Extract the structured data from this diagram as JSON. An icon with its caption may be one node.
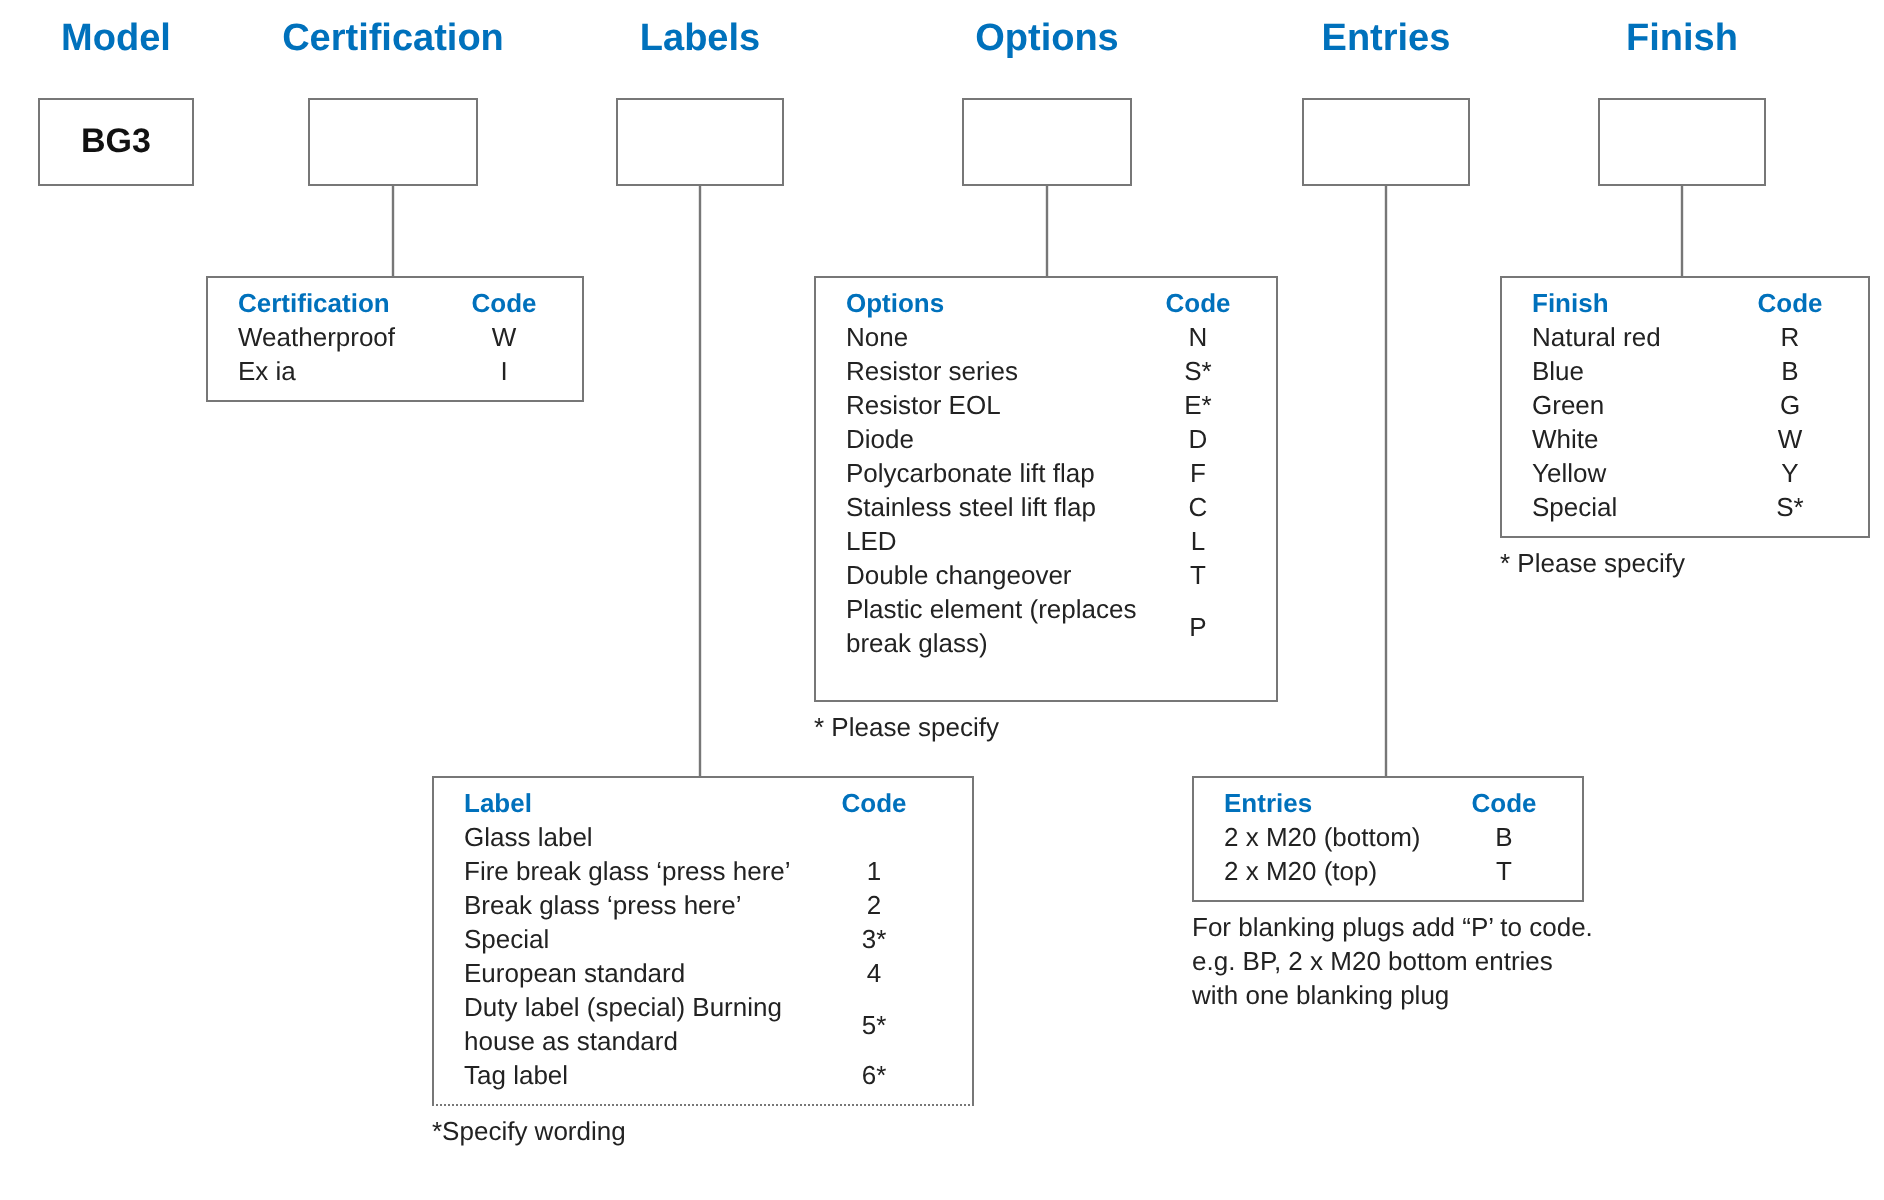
{
  "diagram": {
    "nodes": [
      {
        "text": [
          "Model",
          "BG3"
        ]
      },
      {
        "text": [
          "Certification"
        ]
      },
      {
        "text": [
          "Labels"
        ]
      },
      {
        "text": [
          "Options"
        ]
      },
      {
        "text": [
          "Entries"
        ]
      },
      {
        "text": [
          "Finish"
        ]
      },
      {
        "text": [
          "Certification",
          "Code",
          "Weatherproof",
          "W",
          "Ex ia",
          "I"
        ]
      },
      {
        "text": [
          "Options",
          "Code",
          "None",
          "N",
          "Resistor series",
          "S*",
          "Resistor EOL",
          "E*",
          "Diode",
          "D",
          "Polycarbonate lift flap",
          "F",
          "Stainless steel lift flap",
          "C",
          "LED",
          "L",
          "Double changeover",
          "T",
          "Plastic element (replaces break glass)",
          "P"
        ],
        "beside": [
          "* Please specify"
        ]
      },
      {
        "text": [
          "Finish",
          "Code",
          "Natural red",
          "R",
          "Blue",
          "B",
          "Green",
          "G",
          "White",
          "W",
          "Yellow",
          "Y",
          "Special",
          "S*"
        ],
        "beside": [
          "* Please specify"
        ]
      },
      {
        "text": [
          "Label",
          "Code",
          "Glass label",
          "Fire break glass ‘press here’",
          "1",
          "Break glass ‘press here’",
          "2",
          "Special",
          "3*",
          "European standard",
          "4",
          "Duty label (special) Burning house as standard",
          "5*",
          "Tag label",
          "6*"
        ],
        "beside": [
          "*Specify wording"
        ]
      },
      {
        "text": [
          "Entries",
          "Code",
          "2 x M20 (bottom)",
          "B",
          "2 x M20 (top)",
          "T"
        ],
        "beside": [
          "For blanking plugs add “P’ to code. e.g. BP, 2 x M20 bottom entries with one blanking plug"
        ]
      }
    ],
    "edges": [
      {
        "from": 1,
        "to": 6,
        "arrow": "none"
      },
      {
        "from": 2,
        "to": 9,
        "arrow": "none"
      },
      {
        "from": 3,
        "to": 7,
        "arrow": "none"
      },
      {
        "from": 4,
        "to": 10,
        "arrow": "none"
      },
      {
        "from": 5,
        "to": 8,
        "arrow": "none"
      }
    ]
  }
}
